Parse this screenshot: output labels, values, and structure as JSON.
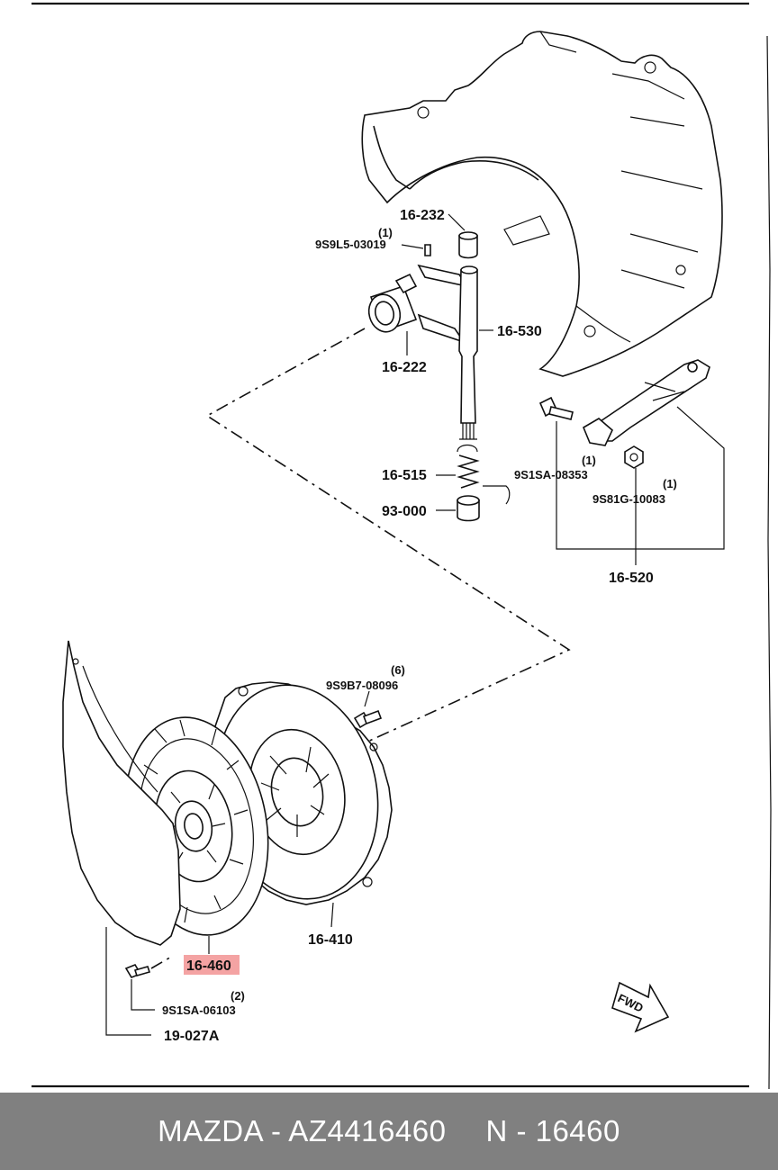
{
  "labels": {
    "p16_232": "16-232",
    "q_9s9l5": "(1)",
    "p9s9l5": "9S9L5-03019",
    "p16_530": "16-530",
    "p16_222": "16-222",
    "q_9s1sa_08353": "(1)",
    "p9s1sa_08353": "9S1SA-08353",
    "q_9s81g": "(1)",
    "p9s81g": "9S81G-10083",
    "p16_515": "16-515",
    "p93_000": "93-000",
    "p16_520": "16-520",
    "q_9s9b7": "(6)",
    "p9s9b7": "9S9B7-08096",
    "p16_410": "16-410",
    "p16_460": "16-460",
    "q_9s1sa_06103": "(2)",
    "p9s1sa_06103": "9S1SA-06103",
    "p19_027a": "19-027A",
    "fwd": "FWD"
  },
  "highlight_color": "#f4a3a3",
  "footer": {
    "brand": "MAZDA - AZ4416460",
    "ref": "N - 16460"
  }
}
